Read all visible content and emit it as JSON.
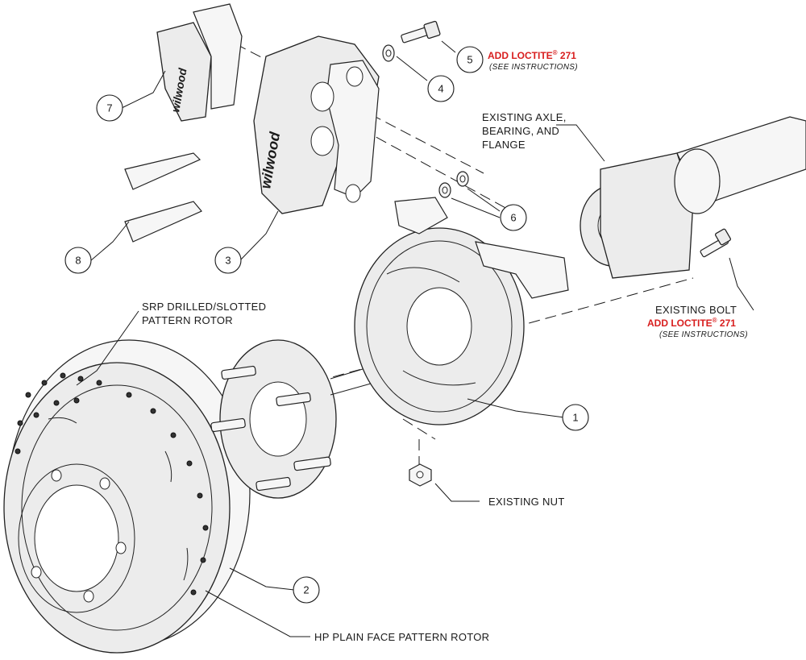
{
  "callouts": [
    {
      "id": "1",
      "text": "1"
    },
    {
      "id": "2",
      "text": "2"
    },
    {
      "id": "3",
      "text": "3"
    },
    {
      "id": "4",
      "text": "4"
    },
    {
      "id": "5",
      "text": "5"
    },
    {
      "id": "6",
      "text": "6"
    },
    {
      "id": "7",
      "text": "7"
    },
    {
      "id": "8",
      "text": "8"
    }
  ],
  "labels": {
    "loctite_top": "ADD LOCTITE",
    "loctite_top_reg": "®",
    "loctite_top_num": " 271",
    "see_instructions_top": "(SEE INSTRUCTIONS)",
    "axle_line1": "EXISTING AXLE,",
    "axle_line2": "BEARING, AND",
    "axle_line3": "FLANGE",
    "bolt": "EXISTING BOLT",
    "loctite_bolt": "ADD LOCTITE",
    "loctite_bolt_reg": "®",
    "loctite_bolt_num": " 271",
    "see_instructions_bolt": "(SEE INSTRUCTIONS)",
    "srp_line1": "SRP DRILLED/SLOTTED",
    "srp_line2": "PATTERN ROTOR",
    "nut": "EXISTING NUT",
    "hp_rotor": "HP PLAIN FACE PATTERN ROTOR",
    "pad_brand": "wilwood",
    "caliper_brand": "wilwood"
  },
  "colors": {
    "line": "#1a1a1a",
    "part_fill": "#ececec",
    "accent_red": "#d81e1e"
  }
}
